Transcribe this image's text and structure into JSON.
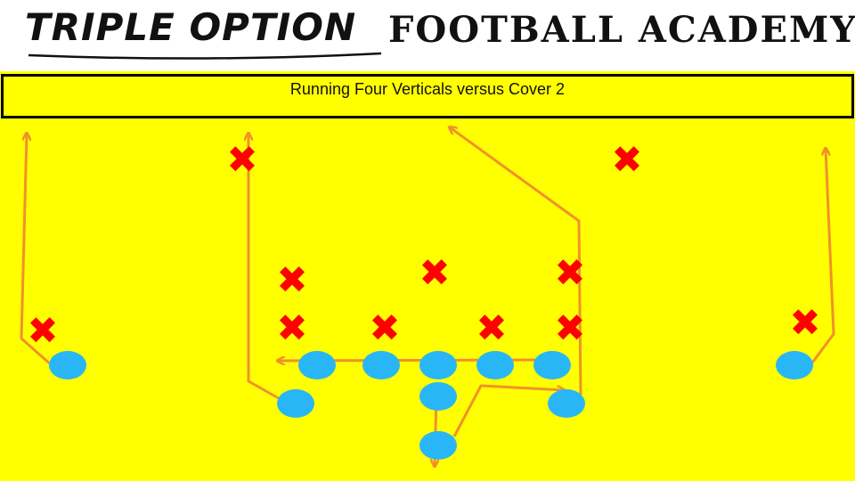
{
  "logo": {
    "left_text": "TRIPLE OPTION",
    "right_text": "FOOTBALL ACADEMY"
  },
  "title": "Running Four Verticals versus Cover 2",
  "colors": {
    "field": "#ffff00",
    "offense": "#29b6f6",
    "defense": "#ff0000",
    "routes": "#f0922a"
  },
  "symbols": {
    "offense": "blue-circle",
    "defense": "red-x"
  }
}
